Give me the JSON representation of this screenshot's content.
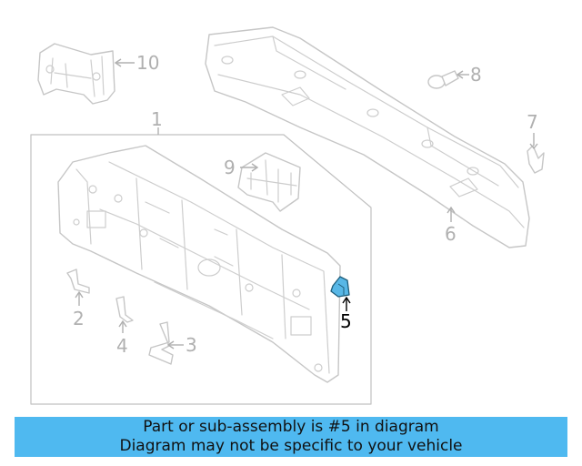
{
  "callouts": {
    "c1": "1",
    "c2": "2",
    "c3": "3",
    "c4": "4",
    "c5": "5",
    "c6": "6",
    "c7": "7",
    "c8": "8",
    "c9": "9",
    "c10": "10"
  },
  "highlighted_part": "5",
  "colors": {
    "highlight_part": "#58b7e6",
    "banner_bg": "#4fb9f0",
    "line_gray": "#c6c6c6",
    "callout_gray": "#b0b0b0"
  },
  "banner": {
    "line1": "Part or sub-assembly is #5 in diagram",
    "line2": "Diagram may not be specific to your vehicle"
  }
}
